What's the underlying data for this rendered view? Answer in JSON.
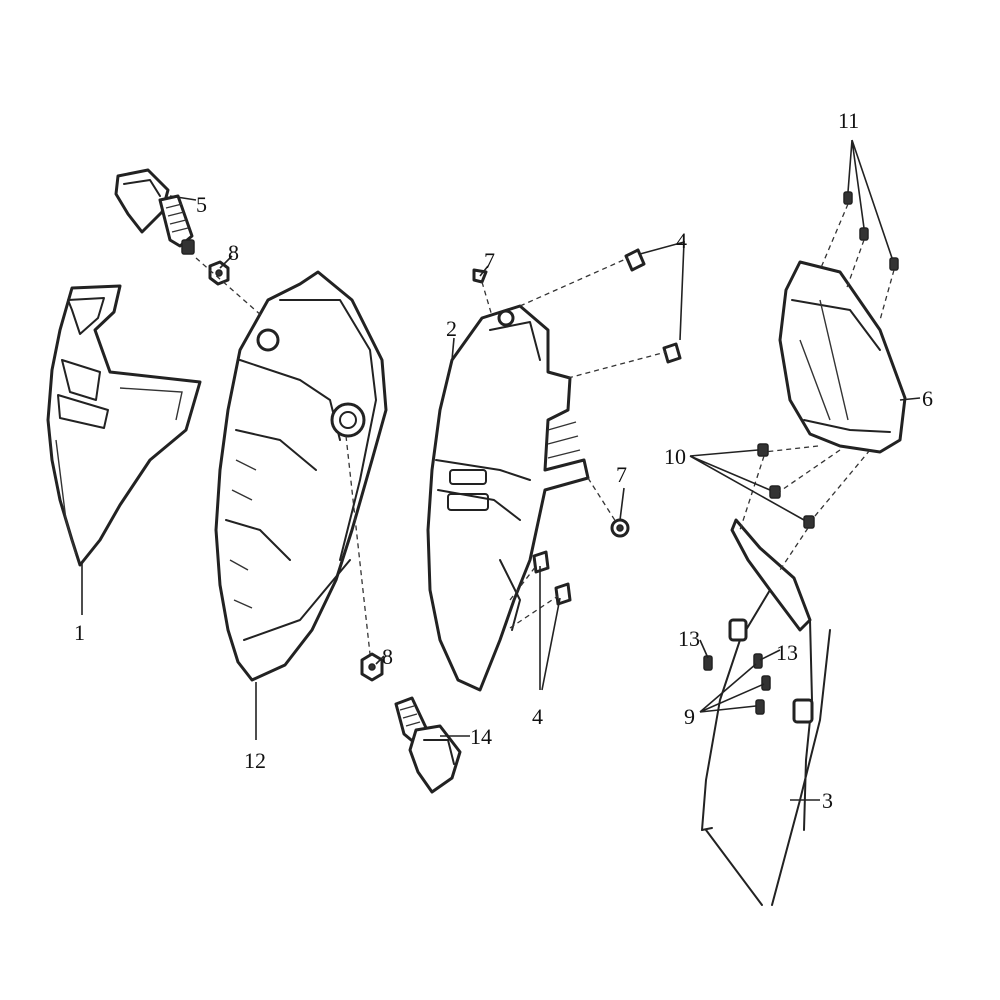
{
  "callouts": {
    "c1": "1",
    "c2": "2",
    "c3": "3",
    "c4_top": "4",
    "c4_bottom": "4",
    "c5": "5",
    "c6": "6",
    "c7_top": "7",
    "c7_mid": "7",
    "c8_top": "8",
    "c8_bottom": "8",
    "c9": "9",
    "c10": "10",
    "c11": "11",
    "c12": "12",
    "c13_left": "13",
    "c13_right": "13",
    "c14": "14"
  }
}
